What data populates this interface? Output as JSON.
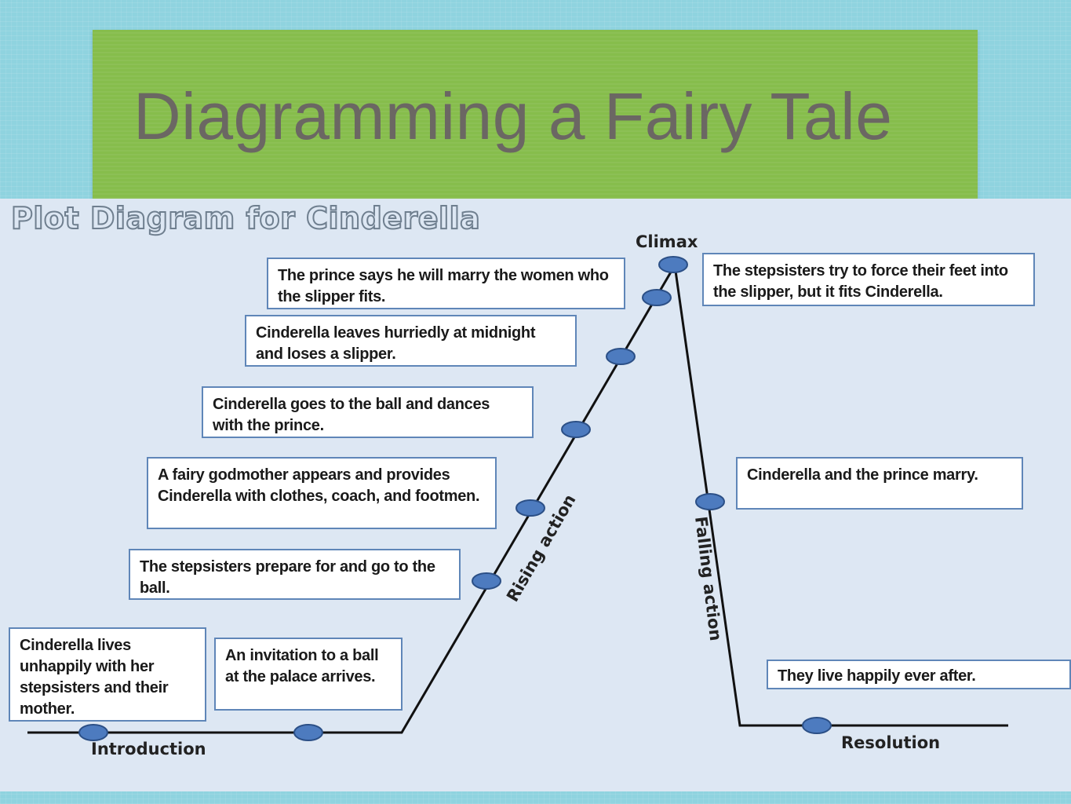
{
  "slide": {
    "title": "Diagramming a Fairy Tale",
    "diagram_heading": "Plot Diagram for Cinderella"
  },
  "stages": {
    "introduction": "Introduction",
    "rising_action": "Rising action",
    "climax": "Climax",
    "falling_action": "Falling action",
    "resolution": "Resolution"
  },
  "events": {
    "intro_1": "Cinderella lives unhappily with her stepsisters and their mother.",
    "intro_2": "An invitation to a ball at the palace arrives.",
    "rising_1": "The stepsisters prepare for and go to the ball.",
    "rising_2": "A fairy godmother appears and provides Cinderella with clothes, coach, and footmen.",
    "rising_3": "Cinderella goes to the ball and dances with the prince.",
    "rising_4": "Cinderella leaves hurriedly at midnight and loses a slipper.",
    "rising_5": "The prince says he will marry the women who the slipper fits.",
    "climax_event": "The stepsisters try to force their feet into the slipper, but it fits Cinderella.",
    "falling_1": "Cinderella and the prince marry.",
    "resolution_event": "They live happily ever after."
  },
  "colors": {
    "marker_fill": "#4d7bbf",
    "marker_stroke": "#2b4f86",
    "box_border": "#5f86b8",
    "banner": "#86bd4c"
  }
}
